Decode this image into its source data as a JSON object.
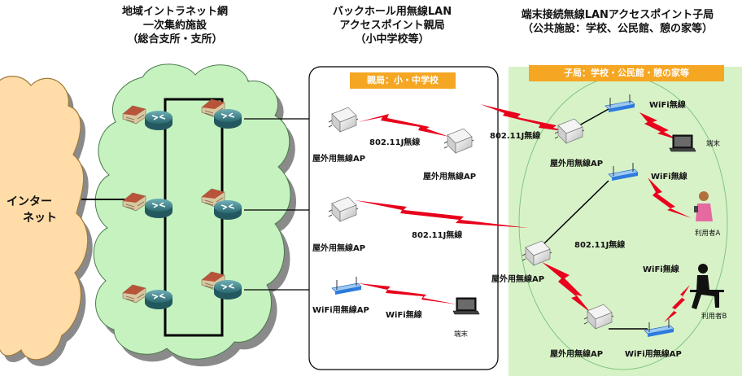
{
  "headers": {
    "intranet": [
      "地域イントラネット網",
      "一次集約施設",
      "（総合支所・支所）"
    ],
    "backhaul": [
      "バックホール用無線LAN",
      "アクセスポイント親局",
      "（小中学校等）"
    ],
    "terminal": [
      "端末接続無線LANアクセスポイント子局",
      "（公共施設：学校、公民館、憩の家等）"
    ]
  },
  "internet_label": [
    "インター",
    "ネット"
  ],
  "parent_banner": "親局：小・中学校",
  "child_banner": "子局：学校・公民館・憩の家等",
  "labels": {
    "outdoor_ap": "屋外用無線AP",
    "wifi_ap": "WiFi用無線AP",
    "wifi_wireless": "WiFi無線",
    "link_80211j": "802.11J無線",
    "terminal": "端末",
    "user_a": "利用者A",
    "user_b": "利用者B"
  },
  "colors": {
    "cloud_green": "#c6f2c0",
    "cloud_shadow": "#8a8a8a",
    "internet_cloud": "#ffdca8",
    "banner_orange": "#f5a623",
    "child_area": "#d8f2c8",
    "lightning_red": "#e8001c",
    "router_teal": "#3d7f86",
    "wifi_ap_blue": "#2d7be0"
  }
}
